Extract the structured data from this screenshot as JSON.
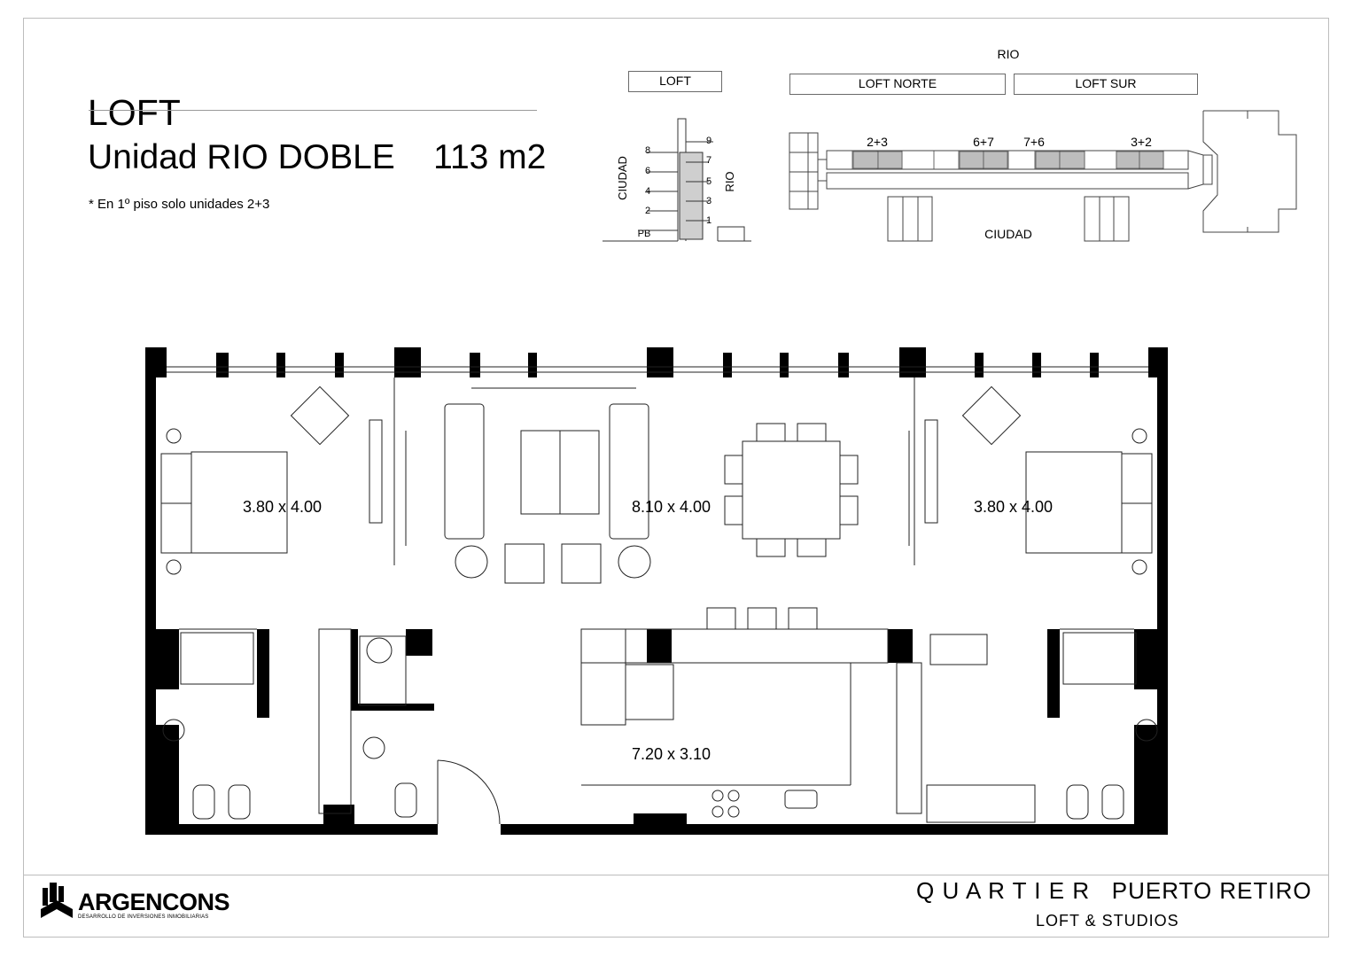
{
  "header": {
    "title": "LOFT",
    "unit": "Unidad RIO DOBLE    113 m2",
    "note": "* En 1º piso solo unidades 2+3"
  },
  "section_diagram": {
    "box_label": "LOFT",
    "left_label": "CIUDAD",
    "right_label": "RIO",
    "floors_left": [
      "8",
      "6",
      "4",
      "2",
      "PB"
    ],
    "floors_right": [
      "9",
      "7",
      "5",
      "3",
      "1"
    ]
  },
  "site_plan": {
    "top_label": "RIO",
    "box_north": "LOFT NORTE",
    "box_south": "LOFT SUR",
    "unit_labels": [
      "2+3",
      "6+7",
      "7+6",
      "3+2"
    ],
    "bottom_label": "CIUDAD"
  },
  "floor_plan": {
    "rooms": [
      {
        "name": "bedroom-left",
        "dims": "3.80 x 4.00"
      },
      {
        "name": "living-dining",
        "dims": "8.10 x 4.00"
      },
      {
        "name": "bedroom-right",
        "dims": "3.80 x 4.00"
      },
      {
        "name": "kitchen",
        "dims": "7.20 x 3.10"
      }
    ]
  },
  "footer": {
    "logo_name": "ARGENCONS",
    "logo_tagline": "DESARROLLO DE INVERSIONES INMOBILIARIAS",
    "project_name": "Q U A R T I E R   PUERTO RETIRO",
    "project_sub": "LOFT & STUDIOS"
  }
}
